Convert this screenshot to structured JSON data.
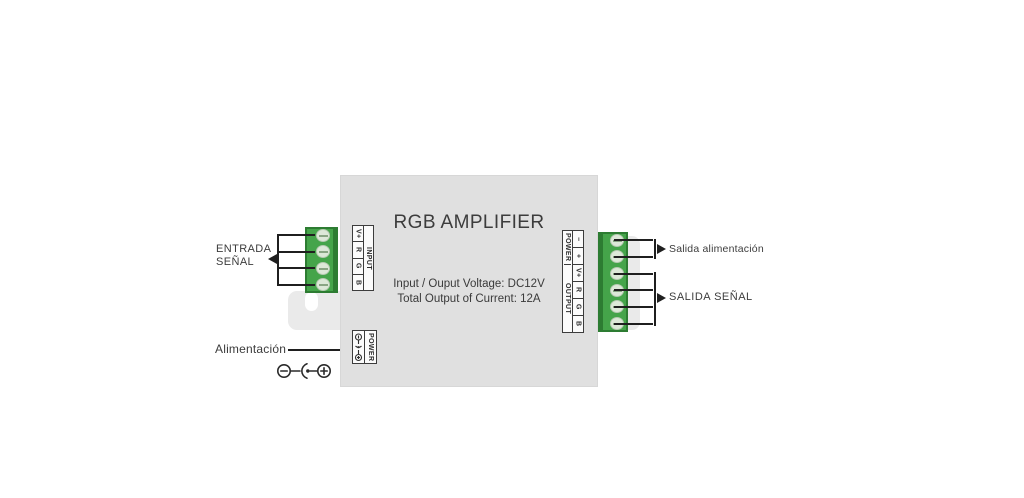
{
  "device": {
    "title": "RGB AMPLIFIER",
    "spec_line1": "Input / Ouput Voltage: DC12V",
    "spec_line2": "Total Output of Current: 12A"
  },
  "input_connector": {
    "label": "INPUT",
    "pins": [
      "V+",
      "R",
      "G",
      "B"
    ]
  },
  "power_jack": {
    "label": "POWER"
  },
  "output_connector": {
    "power_label": "POWER",
    "power_pins": [
      "−",
      "+"
    ],
    "output_label": "OUTPUT",
    "output_pins": [
      "V+",
      "R",
      "G",
      "B"
    ]
  },
  "annotations": {
    "input_signal_line1": "ENTRADA",
    "input_signal_line2": "SEÑAL",
    "power_input": "Alimentación",
    "power_output": "Salida alimentación",
    "signal_output": "SALIDA SEÑAL"
  },
  "colors": {
    "device_gray": "#e0e0e0",
    "terminal_green": "#45a44a",
    "terminal_green_dark": "#2d7c32",
    "line_black": "#1f1f1f",
    "text_dark": "#3e3e3e"
  }
}
